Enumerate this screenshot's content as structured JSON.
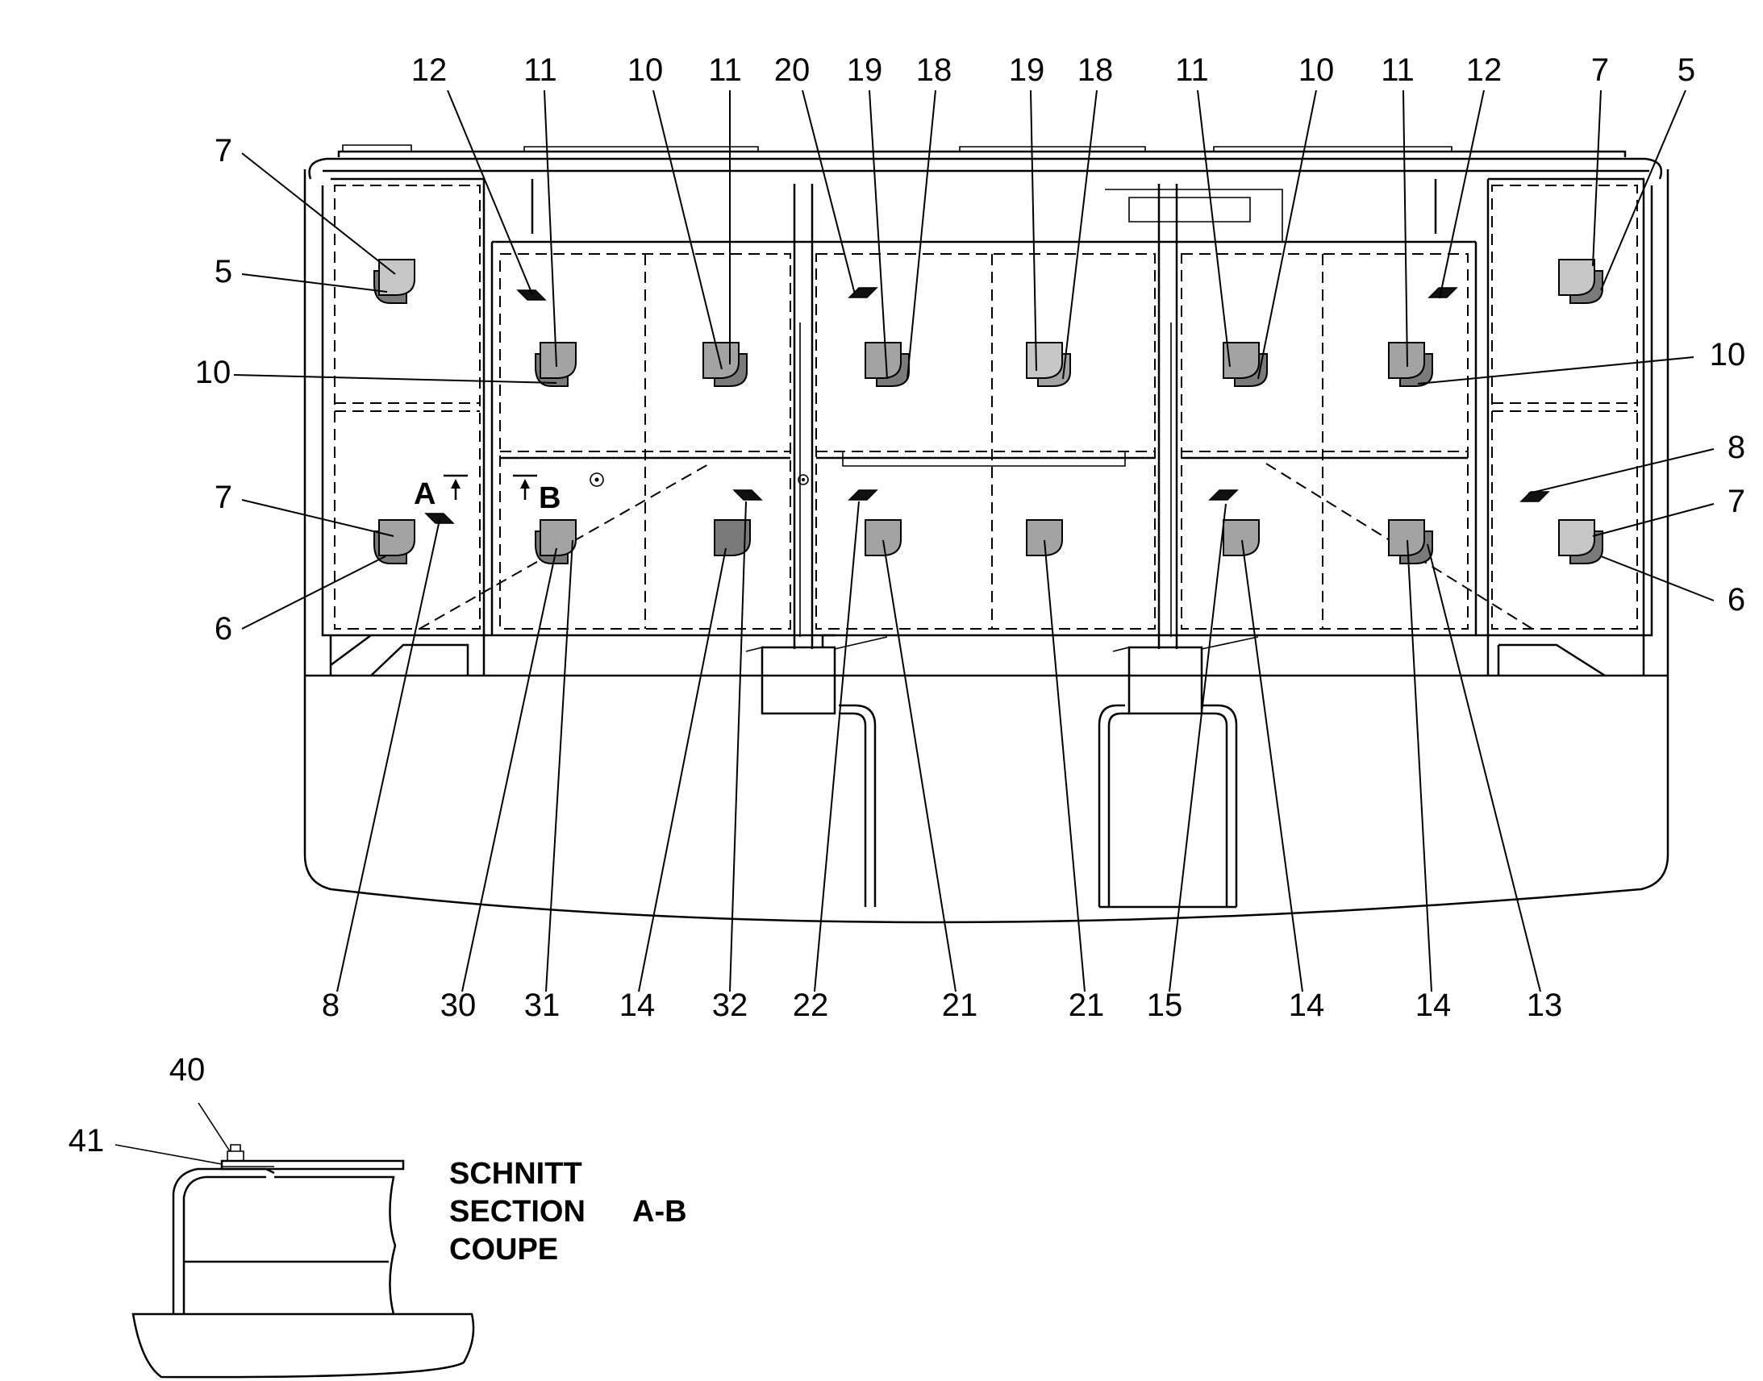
{
  "colors": {
    "part_dark": "#7a7a7a",
    "part_mid": "#a3a3a3",
    "part_light": "#c6c6c6",
    "clip": "#111111"
  },
  "callouts": {
    "top": [
      "12",
      "11",
      "10",
      "11",
      "20",
      "19",
      "18",
      "19",
      "18",
      "11",
      "10",
      "11",
      "12",
      "7",
      "5"
    ],
    "left": [
      "7",
      "5",
      "10",
      "7",
      "6"
    ],
    "right": [
      "10",
      "8",
      "7",
      "6"
    ],
    "bottom": [
      "8",
      "30",
      "31",
      "14",
      "32",
      "22",
      "21",
      "21",
      "15",
      "14",
      "14",
      "13"
    ]
  },
  "section_marks": {
    "a": "A",
    "b": "B"
  },
  "section_detail": {
    "callouts": [
      "40",
      "41"
    ],
    "title_lines": [
      "SCHNITT",
      "SECTION",
      "COUPE"
    ],
    "title_id": "A-B"
  }
}
